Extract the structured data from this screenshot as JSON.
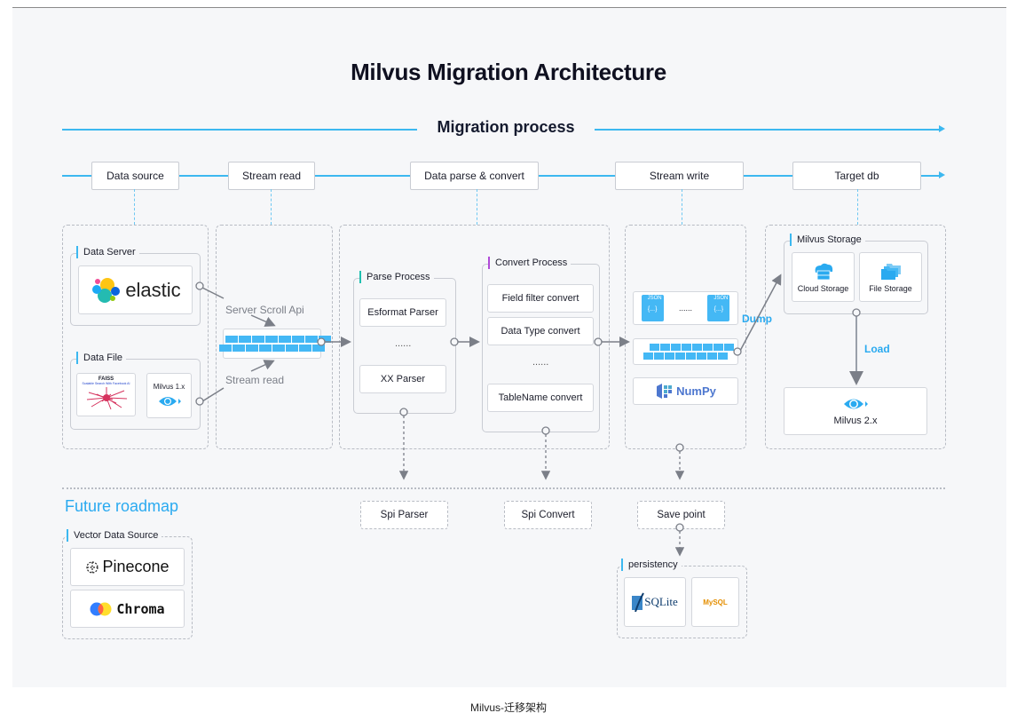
{
  "title": "Milvus Migration Architecture",
  "process_label": "Migration process",
  "stages": [
    "Data source",
    "Stream read",
    "Data parse & convert",
    "Stream write",
    "Target db"
  ],
  "data_source": {
    "data_server": {
      "label": "Data Server",
      "logo": "elastic"
    },
    "data_file": {
      "label": "Data File",
      "faiss": {
        "name": "FAISS",
        "tagline": "Scalable Search With Facebook AI"
      },
      "milvus1": "Milvus 1.x"
    }
  },
  "stream_read": {
    "server_scroll": "Server Scroll Api",
    "stream_read": "Stream read"
  },
  "parse": {
    "label": "Parse Process",
    "items": [
      "Esformat Parser",
      "......",
      "XX Parser"
    ]
  },
  "convert": {
    "label": "Convert Process",
    "items": [
      "Field filter convert",
      "Data Type convert",
      "......",
      "TableName convert"
    ]
  },
  "stream_write": {
    "json_tag": "JSON",
    "json_body": "{...}",
    "ellipsis": "......",
    "numpy": "NumPy"
  },
  "labels": {
    "dump": "Dump",
    "load": "Load"
  },
  "target": {
    "storage": {
      "label": "Milvus Storage",
      "items": [
        "Cloud Storage",
        "File Storage"
      ]
    },
    "milvus2": "Milvus 2.x"
  },
  "future": {
    "heading": "Future roadmap",
    "vector_source": {
      "label": "Vector Data Source",
      "items": [
        "Pinecone",
        "Chroma"
      ]
    },
    "boxes": [
      "Spi Parser",
      "Spi Convert",
      "Save point"
    ],
    "persistency": {
      "label": "persistency",
      "items": [
        "SQLite",
        "MySQL"
      ]
    }
  },
  "caption": "Milvus-迁移架构",
  "colors": {
    "accent": "#3cb8f0",
    "label_blue": "#2aaaf0",
    "block_blue": "#44b8f5",
    "background": "#f6f7f9"
  }
}
